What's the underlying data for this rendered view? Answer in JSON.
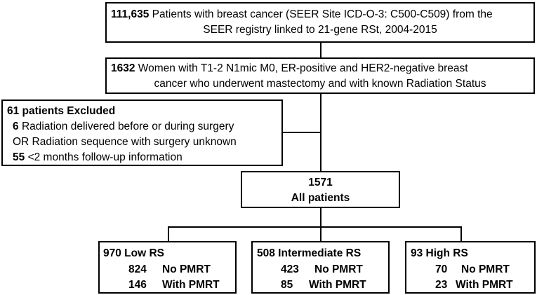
{
  "source_box": {
    "count": "111,635",
    "line1": "Patients with breast cancer (SEER Site ICD-O-3: C500-C509) from the",
    "line2": "SEER registry linked to 21-gene RSt, 2004-2015"
  },
  "cohort_box": {
    "count": "1632",
    "line1": "Women with T1-2 N1mic M0, ER-positive and HER2-negative breast",
    "line2": "cancer who underwent mastectomy and with known Radiation Status"
  },
  "excluded_box": {
    "title": "61 patients Excluded",
    "item1_count": "6",
    "item1_line1": "Radiation delivered before or during surgery",
    "item1_line2": "OR Radiation sequence with surgery unknown",
    "item2_count": "55",
    "item2_text": "<2 months follow-up information"
  },
  "all_box": {
    "count": "1571",
    "label": "All patients"
  },
  "groups": [
    {
      "header": "970 Low RS",
      "row1_count": "824",
      "row1_label": "No PMRT",
      "row2_count": "146",
      "row2_label": "With PMRT"
    },
    {
      "header": "508 Intermediate RS",
      "row1_count": "423",
      "row1_label": "No PMRT",
      "row2_count": "85",
      "row2_label": "With PMRT"
    },
    {
      "header": "93 High RS",
      "row1_count": "70",
      "row1_label": "No PMRT",
      "row2_count": "23",
      "row2_label": "With PMRT"
    }
  ]
}
